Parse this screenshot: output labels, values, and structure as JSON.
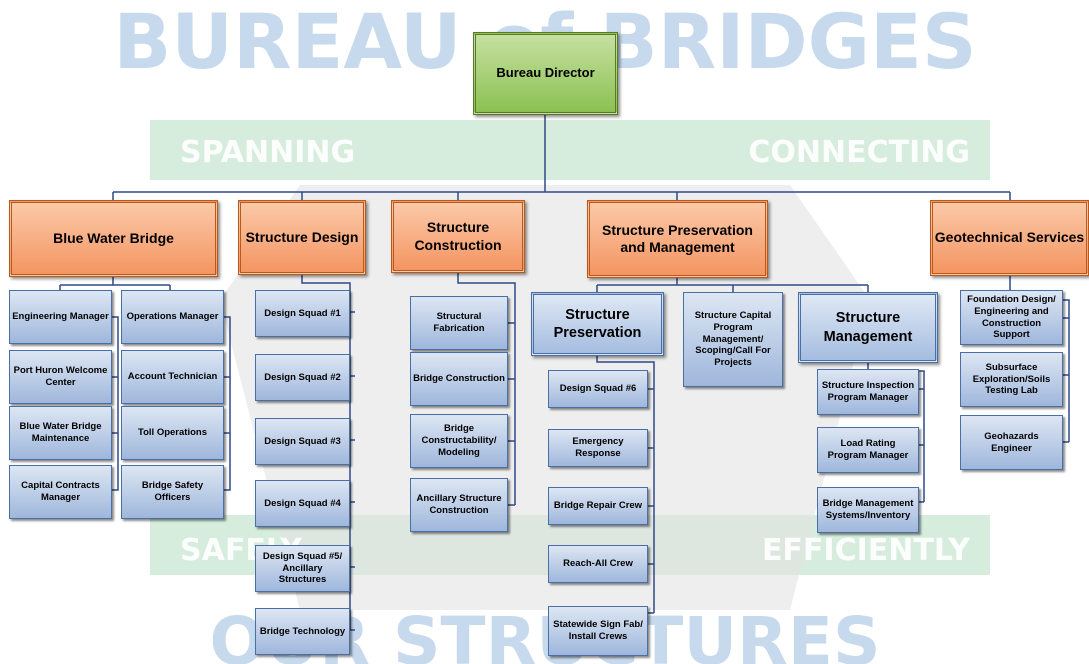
{
  "watermark": {
    "top": "BUREAU of BRIDGES",
    "left_tag": "SPANNING",
    "right_tag": "CONNECTING",
    "lower_left_tag": "SAFELY",
    "lower_right_tag": "EFFICIENTLY",
    "bottom": "OUR STRUCTURES",
    "color": "#3b7bbf",
    "band_color": "#c8e6d0"
  },
  "director": {
    "label": "Bureau Director"
  },
  "departments": {
    "blue_water": {
      "label": "Blue Water Bridge",
      "col_a": [
        "Engineering Manager",
        "Port Huron Welcome Center",
        "Blue Water Bridge Maintenance",
        "Capital Contracts Manager"
      ],
      "col_b": [
        "Operations Manager",
        "Account Technician",
        "Toll Operations",
        "Bridge Safety Officers"
      ]
    },
    "design": {
      "label": "Structure Design",
      "units": [
        "Design Squad #1",
        "Design Squad #2",
        "Design Squad #3",
        "Design Squad #4",
        "Design Squad #5/ Ancillary Structures",
        "Bridge Technology"
      ]
    },
    "construction": {
      "label": "Structure Construction",
      "units": [
        "Structural Fabrication",
        "Bridge Construction",
        "Bridge Constructability/ Modeling",
        "Ancillary Structure Construction"
      ]
    },
    "preservation": {
      "label": "Structure Preservation and Management",
      "sub_preservation": {
        "label": "Structure Preservation",
        "units": [
          "Design Squad #6",
          "Emergency Response",
          "Bridge Repair Crew",
          "Reach-All Crew",
          "Statewide Sign Fab/ Install Crews"
        ]
      },
      "capital": {
        "label": "Structure Capital Program Management/ Scoping/Call For Projects"
      },
      "sub_management": {
        "label": "Structure Management",
        "units": [
          "Structure Inspection Program Manager",
          "Load Rating Program Manager",
          "Bridge Management Systems/Inventory"
        ]
      }
    },
    "geotech": {
      "label": "Geotechnical Services",
      "units": [
        "Foundation Design/ Engineering and Construction Support",
        "Subsurface Exploration/Soils Testing Lab",
        "Geohazards Engineer"
      ]
    }
  },
  "colors": {
    "line": "#2e4a87",
    "director": "#9bc860",
    "department": "#f5a06e",
    "unit": "#b7c9e6"
  }
}
